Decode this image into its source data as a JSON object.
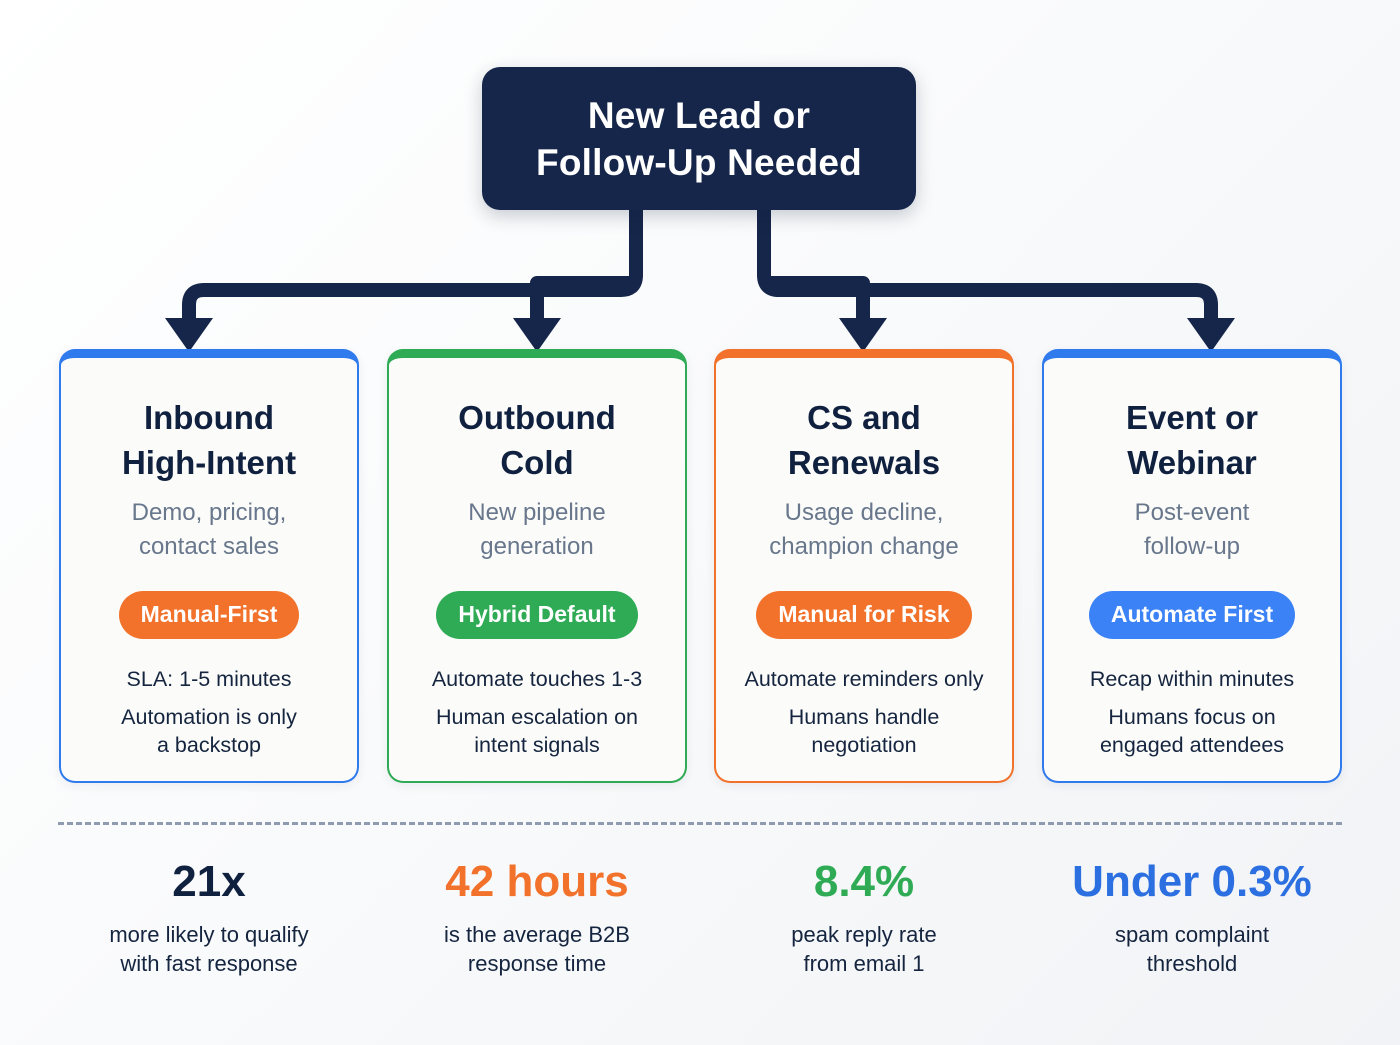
{
  "root": {
    "line1": "New Lead or",
    "line2": "Follow-Up Needed",
    "bg_color": "#16264a",
    "text_color": "#ffffff"
  },
  "branches": [
    {
      "title_line1": "Inbound",
      "title_line2": "High-Intent",
      "subtitle_line1": "Demo, pricing,",
      "subtitle_line2": "contact sales",
      "pill_label": "Manual-First",
      "pill_color": "#f2722c",
      "accent_color": "#2f7bed",
      "note1_line1": "SLA: 1-5 minutes",
      "note1_line2": "",
      "note2_line1": "Automation is only",
      "note2_line2": "a backstop"
    },
    {
      "title_line1": "Outbound",
      "title_line2": "Cold",
      "subtitle_line1": "New pipeline",
      "subtitle_line2": "generation",
      "pill_label": "Hybrid Default",
      "pill_color": "#2fab55",
      "accent_color": "#2fab55",
      "note1_line1": "Automate touches 1-3",
      "note1_line2": "",
      "note2_line1": "Human escalation on",
      "note2_line2": "intent signals"
    },
    {
      "title_line1": "CS and",
      "title_line2": "Renewals",
      "subtitle_line1": "Usage decline,",
      "subtitle_line2": "champion change",
      "pill_label": "Manual for Risk",
      "pill_color": "#f2722c",
      "accent_color": "#f2722c",
      "note1_line1": "Automate reminders only",
      "note1_line2": "",
      "note2_line1": "Humans handle",
      "note2_line2": "negotiation"
    },
    {
      "title_line1": "Event or",
      "title_line2": "Webinar",
      "subtitle_line1": "Post-event",
      "subtitle_line2": "follow-up",
      "pill_label": "Automate First",
      "pill_color": "#3b82f6",
      "accent_color": "#2f7bed",
      "note1_line1": "Recap within minutes",
      "note1_line2": "",
      "note2_line1": "Humans focus on",
      "note2_line2": "engaged attendees"
    }
  ],
  "stats": [
    {
      "value": "21x",
      "color": "#10203f",
      "label_line1": "more likely to qualify",
      "label_line2": "with fast response"
    },
    {
      "value": "42 hours",
      "color": "#f2722c",
      "label_line1": "is the average B2B",
      "label_line2": "response time"
    },
    {
      "value": "8.4%",
      "color": "#2fab55",
      "label_line1": "peak reply rate",
      "label_line2": "from email 1"
    },
    {
      "value": "Under 0.3%",
      "color": "#2b6fe0",
      "label_line1": "spam complaint",
      "label_line2": "threshold"
    }
  ],
  "divider": {
    "style": "dashed",
    "color": "#8f9cb0"
  },
  "connector": {
    "color": "#16264a",
    "stroke_width": 14
  }
}
